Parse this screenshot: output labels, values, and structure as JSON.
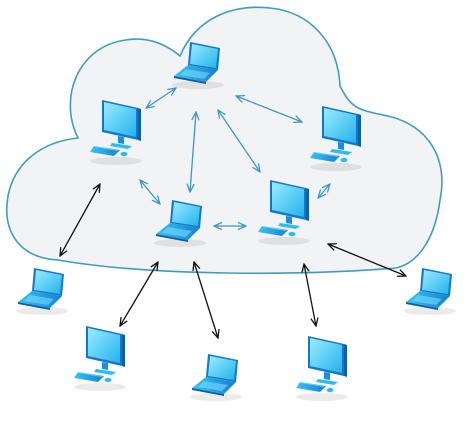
{
  "diagram": {
    "cloud": {
      "fill": "#f2f3f5",
      "stroke": "#3f9cbf"
    },
    "colors": {
      "device_light": "#7fe0ff",
      "device_mid": "#2fbaf2",
      "device_dark": "#1477c9",
      "arrow_blue": "#3c96c8",
      "arrow_black": "#111111"
    },
    "nodes": [
      {
        "id": "cloud-laptop-top",
        "kind": "laptop",
        "zone": "cloud"
      },
      {
        "id": "cloud-desktop-left",
        "kind": "desktop",
        "zone": "cloud"
      },
      {
        "id": "cloud-desktop-right",
        "kind": "desktop",
        "zone": "cloud"
      },
      {
        "id": "cloud-laptop-center",
        "kind": "laptop",
        "zone": "cloud"
      },
      {
        "id": "cloud-desktop-center-right",
        "kind": "desktop",
        "zone": "cloud"
      },
      {
        "id": "outside-laptop-left",
        "kind": "laptop",
        "zone": "outside"
      },
      {
        "id": "outside-desktop-bottom-left",
        "kind": "desktop",
        "zone": "outside"
      },
      {
        "id": "outside-laptop-bottom-center",
        "kind": "laptop",
        "zone": "outside"
      },
      {
        "id": "outside-desktop-bottom-right",
        "kind": "desktop",
        "zone": "outside"
      },
      {
        "id": "outside-laptop-right",
        "kind": "laptop",
        "zone": "outside"
      }
    ],
    "links": [
      {
        "from": "cloud-laptop-top",
        "to": "cloud-desktop-left",
        "style": "cloud"
      },
      {
        "from": "cloud-laptop-top",
        "to": "cloud-laptop-center",
        "style": "cloud"
      },
      {
        "from": "cloud-laptop-top",
        "to": "cloud-desktop-right",
        "style": "cloud"
      },
      {
        "from": "cloud-laptop-top",
        "to": "cloud-desktop-center-right",
        "style": "cloud"
      },
      {
        "from": "cloud-desktop-left",
        "to": "cloud-laptop-center",
        "style": "cloud"
      },
      {
        "from": "cloud-laptop-center",
        "to": "cloud-desktop-center-right",
        "style": "cloud"
      },
      {
        "from": "cloud-desktop-right",
        "to": "cloud-desktop-center-right",
        "style": "cloud"
      },
      {
        "from": "cloud-desktop-left",
        "to": "outside-laptop-left",
        "style": "external"
      },
      {
        "from": "cloud-laptop-center",
        "to": "outside-desktop-bottom-left",
        "style": "external"
      },
      {
        "from": "cloud-laptop-center",
        "to": "outside-laptop-bottom-center",
        "style": "external"
      },
      {
        "from": "cloud-desktop-center-right",
        "to": "outside-desktop-bottom-right",
        "style": "external"
      },
      {
        "from": "cloud-desktop-center-right",
        "to": "outside-laptop-right",
        "style": "external"
      }
    ]
  }
}
